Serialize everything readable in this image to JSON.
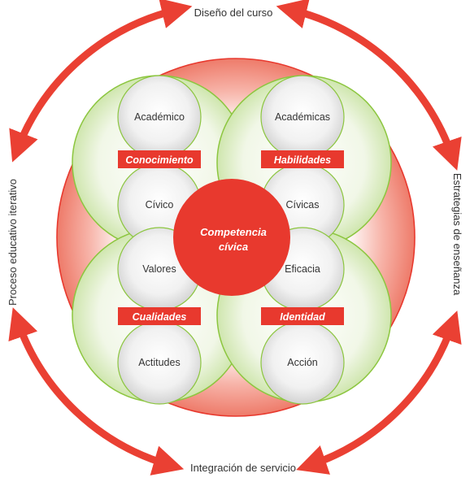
{
  "diagram": {
    "title": "",
    "edge_labels": {
      "top": "Diseño del curso",
      "right": "Estrategias de enseñanza",
      "bottom": "Integración de servicio",
      "left": "Proceso educativo iterativo"
    },
    "center": {
      "line1": "Competencia",
      "line2": "cívica"
    },
    "quadrants": [
      {
        "banner": "Conocimiento",
        "outer": "Académico",
        "inner": "Cívico"
      },
      {
        "banner": "Habilidades",
        "outer": "Académicas",
        "inner": "Cívicas"
      },
      {
        "banner": "Cualidades",
        "outer": "Actitudes",
        "inner": "Valores"
      },
      {
        "banner": "Identidad",
        "outer": "Acción",
        "inner": "Eficacia"
      }
    ],
    "colors": {
      "accent_red": "#e8392e",
      "arrow_red": "#ea4033",
      "green_edge": "#8cc63f",
      "green_fill": "#e7f2d6",
      "grey_fill": "#e8e8e8"
    }
  }
}
